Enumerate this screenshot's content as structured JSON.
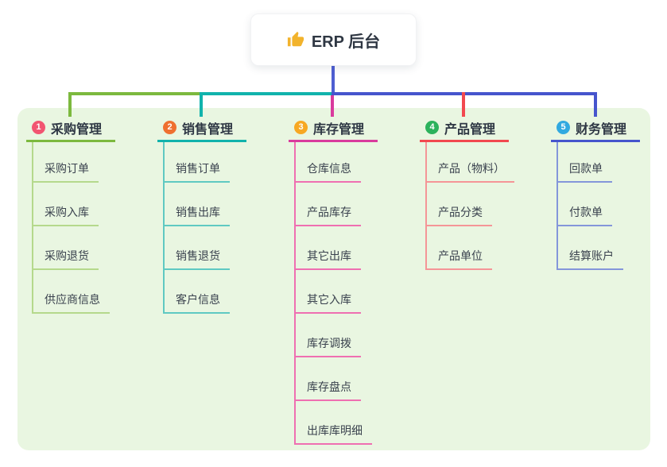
{
  "root": {
    "title": "ERP 后台",
    "icon": "thumbs-up-icon",
    "icon_color": "#f2b32c",
    "stem_color": "#4e5ed2"
  },
  "panel": {
    "background": "#e9f6e1"
  },
  "branches": [
    {
      "index": "1",
      "title": "采购管理",
      "badge_color": "#f25571",
      "line_color": "#7cb93e",
      "child_line_color": "#b5d98c",
      "children": [
        "采购订单",
        "采购入库",
        "采购退货",
        "供应商信息"
      ]
    },
    {
      "index": "2",
      "title": "销售管理",
      "badge_color": "#ef7030",
      "line_color": "#11b3ac",
      "child_line_color": "#5fc9c2",
      "children": [
        "销售订单",
        "销售出库",
        "销售退货",
        "客户信息"
      ]
    },
    {
      "index": "3",
      "title": "库存管理",
      "badge_color": "#f7a823",
      "line_color": "#d93b9d",
      "child_line_color": "#ef6fb1",
      "children": [
        "仓库信息",
        "产品库存",
        "其它出库",
        "其它入库",
        "库存调拨",
        "库存盘点",
        "出库库明细"
      ]
    },
    {
      "index": "4",
      "title": "产品管理",
      "badge_color": "#2cb25c",
      "line_color": "#f2494f",
      "child_line_color": "#f59597",
      "children": [
        "产品（物料）",
        "产品分类",
        "产品单位"
      ]
    },
    {
      "index": "5",
      "title": "财务管理",
      "badge_color": "#31a9e0",
      "line_color": "#4655cd",
      "child_line_color": "#8496da",
      "children": [
        "回款单",
        "付款单",
        "结算账户"
      ]
    }
  ]
}
